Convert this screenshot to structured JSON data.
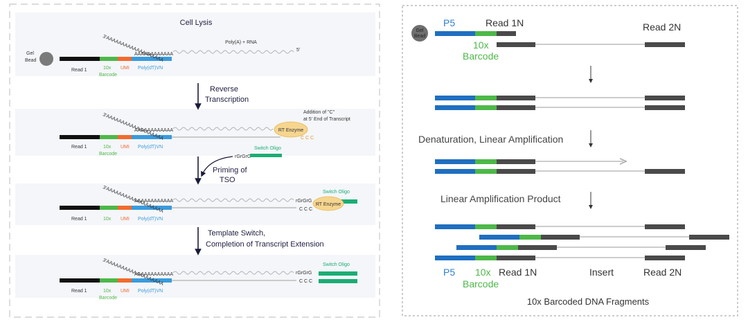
{
  "colors": {
    "black": "#111111",
    "green": "#4db848",
    "orange": "#f26a2e",
    "blue": "#3a9bdc",
    "blue_dark": "#1f6fc0",
    "gray_dark": "#4a4a4a",
    "gray_line": "#bbbbbb",
    "teal": "#1aad74",
    "enzyme": "#f6d58f",
    "panel_bg": "#f4f6f9"
  },
  "left": {
    "title": "Cell Lysis",
    "gel_bead": "Gel Bead",
    "polyA_rna": "Poly(A) + RNA",
    "five_prime": "5'",
    "tail": "3'AAAAAAAAAAAAAAAAAAA",
    "polyA_seq": "AAAAAAAAAAAA",
    "labels": {
      "read1": "Read 1",
      "tenx": "10x",
      "barcode": "Barcode",
      "umi": "UMI",
      "polyt": "Poly(dT)VN"
    },
    "step1": {
      "line1": "Reverse",
      "line2": "Transcription"
    },
    "addition": {
      "line1": "Addition of \"C\"",
      "line2": "at 5' End of Transcript"
    },
    "rt_enzyme": "RT Enzyme",
    "ccc": "C C C",
    "rgrgrg": "rGrGrG",
    "switch_oligo": "Switch Oligo",
    "step2": {
      "line1": "Priming of",
      "line2": "TSO"
    },
    "step3": {
      "line1": "Template Switch,",
      "line2": "Completion of Transcript Extension"
    }
  },
  "right": {
    "gel_bead": "Gel Bead",
    "p5": "P5",
    "read1n": "Read 1N",
    "read2n": "Read 2N",
    "tenx": "10x",
    "barcode": "Barcode",
    "denaturation": "Denaturation, Linear Amplification",
    "linear_product": "Linear Amplification Product",
    "insert": "Insert",
    "caption": "10x Barcoded DNA Fragments"
  }
}
